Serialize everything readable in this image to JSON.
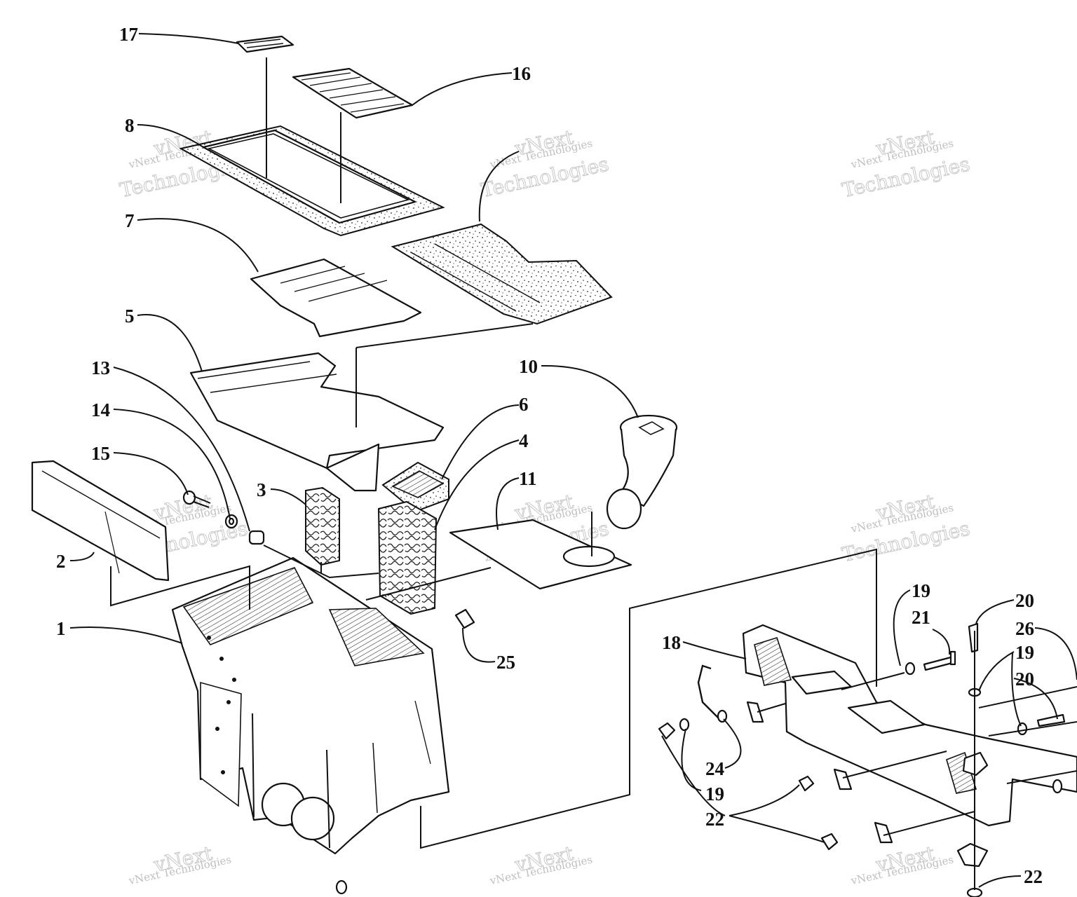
{
  "diagram": {
    "callouts": [
      {
        "label": "17"
      },
      {
        "label": "16"
      },
      {
        "label": "8"
      },
      {
        "label": "7"
      },
      {
        "label": "5"
      },
      {
        "label": "13"
      },
      {
        "label": "14"
      },
      {
        "label": "15"
      },
      {
        "label": "2"
      },
      {
        "label": "3"
      },
      {
        "label": "6"
      },
      {
        "label": "4"
      },
      {
        "label": "10"
      },
      {
        "label": "11"
      },
      {
        "label": "1"
      },
      {
        "label": "25"
      },
      {
        "label": "18"
      },
      {
        "label": "19"
      },
      {
        "label": "21"
      },
      {
        "label": "20"
      },
      {
        "label": "26"
      },
      {
        "label": "19"
      },
      {
        "label": "20"
      },
      {
        "label": "24"
      },
      {
        "label": "19"
      },
      {
        "label": "22"
      },
      {
        "label": "22"
      }
    ],
    "watermark": {
      "line1": "vNext Technologies",
      "word1": "vNext",
      "word2": "Technologies"
    }
  }
}
